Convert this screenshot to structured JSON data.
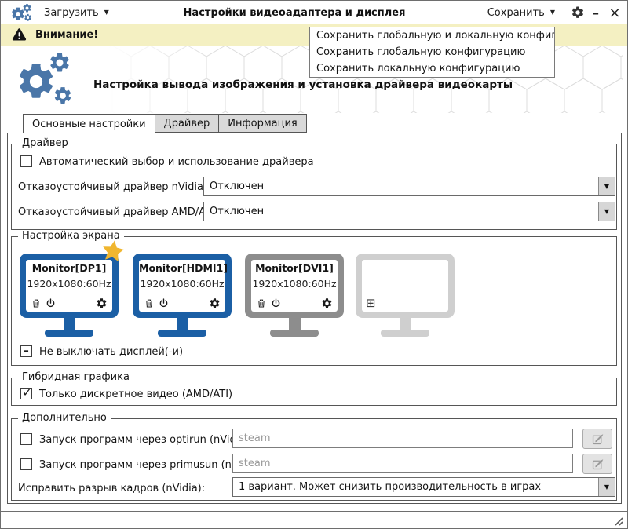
{
  "topbar": {
    "load_label": "Загрузить",
    "title": "Настройки видеоадаптера и дисплея",
    "save_label": "Сохранить"
  },
  "warning": {
    "label": "Внимание!"
  },
  "save_menu": {
    "items": [
      "Сохранить глобальную и локальную конфигурацию",
      "Сохранить глобальную конфигурацию",
      "Сохранить локальную конфигурацию"
    ]
  },
  "header": {
    "title": "Настройка вывода изображения и установка драйвера видеокарты"
  },
  "tabs": [
    {
      "label": "Основные настройки",
      "active": true
    },
    {
      "label": "Драйвер",
      "active": false
    },
    {
      "label": "Информация",
      "active": false
    }
  ],
  "driver_group": {
    "title": "Драйвер",
    "auto_label": "Автоматический выбор и использование драйвера",
    "auto_checked": false,
    "nvidia_label": "Отказоустойчивый драйвер nVidia:",
    "nvidia_value": "Отключен",
    "amd_label": "Отказоустойчивый драйвер AMD/ATI:",
    "amd_value": "Отключен"
  },
  "screen_group": {
    "title": "Настройка экрана",
    "monitors": [
      {
        "name": "Monitor[DP1]",
        "resolution": "1920x1080:60Hz",
        "status": "primary"
      },
      {
        "name": "Monitor[HDMI1]",
        "resolution": "1920x1080:60Hz",
        "status": "active"
      },
      {
        "name": "Monitor[DVI1]",
        "resolution": "1920x1080:60Hz",
        "status": "inactive"
      },
      {
        "name": "",
        "resolution": "",
        "status": "add"
      }
    ],
    "keep_on_label": "Не выключать дисплей(-и)",
    "keep_on_state": "indeterminate"
  },
  "hybrid_group": {
    "title": "Гибридная графика",
    "discrete_label": "Только дискретное видео (AMD/ATI)",
    "discrete_checked": true
  },
  "extra_group": {
    "title": "Дополнительно",
    "optirun_label": "Запуск программ через optirun (nVidia):",
    "optirun_checked": false,
    "optirun_value": "steam",
    "primusun_label": "Запуск программ через primusun (nVidia):",
    "primusun_checked": false,
    "primusun_value": "steam",
    "tearing_label": "Исправить разрыв кадров (nVidia):",
    "tearing_value": "1 вариант. Может снизить производительность в играх"
  },
  "icons": {
    "dropdown_arrow": "▼",
    "combo_arrow": "▼",
    "minimize": "–",
    "close": "×",
    "check": "✓",
    "dash": "–",
    "plus_box": "⊞"
  },
  "colors": {
    "accent_blue": "#4a76a8",
    "monitor_blue": "#1b5fa5",
    "monitor_gray": "#8d8d8d",
    "monitor_empty": "#cfcfcf",
    "warning_bg": "#f4f0c2",
    "star_gold": "#f0b62f"
  }
}
